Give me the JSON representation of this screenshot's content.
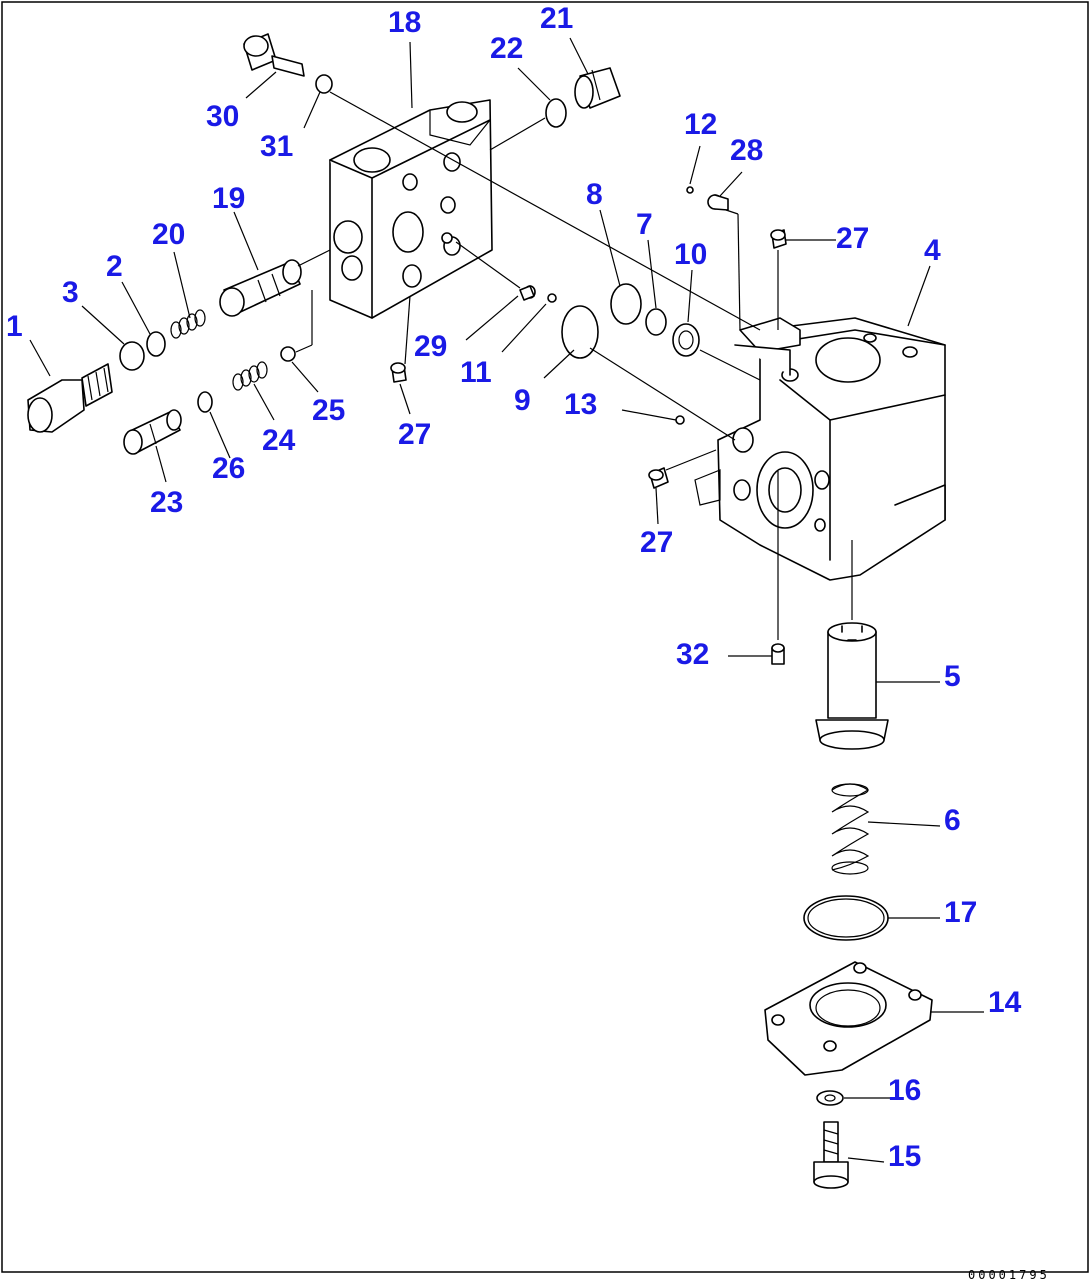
{
  "callouts": {
    "c1": "1",
    "c2": "2",
    "c3": "3",
    "c4": "4",
    "c5": "5",
    "c6": "6",
    "c7": "7",
    "c8": "8",
    "c9": "9",
    "c10": "10",
    "c11": "11",
    "c12": "12",
    "c13": "13",
    "c14": "14",
    "c15": "15",
    "c16": "16",
    "c17": "17",
    "c18": "18",
    "c19": "19",
    "c20": "20",
    "c21": "21",
    "c22": "22",
    "c23": "23",
    "c24": "24",
    "c25": "25",
    "c26": "26",
    "c27": "27",
    "c28": "28",
    "c29": "29",
    "c30": "30",
    "c31": "31",
    "c32": "32"
  },
  "drawing_code": "00001795",
  "colors": {
    "callout": "#1a1ae6",
    "line": "#000000",
    "background": "#ffffff"
  }
}
